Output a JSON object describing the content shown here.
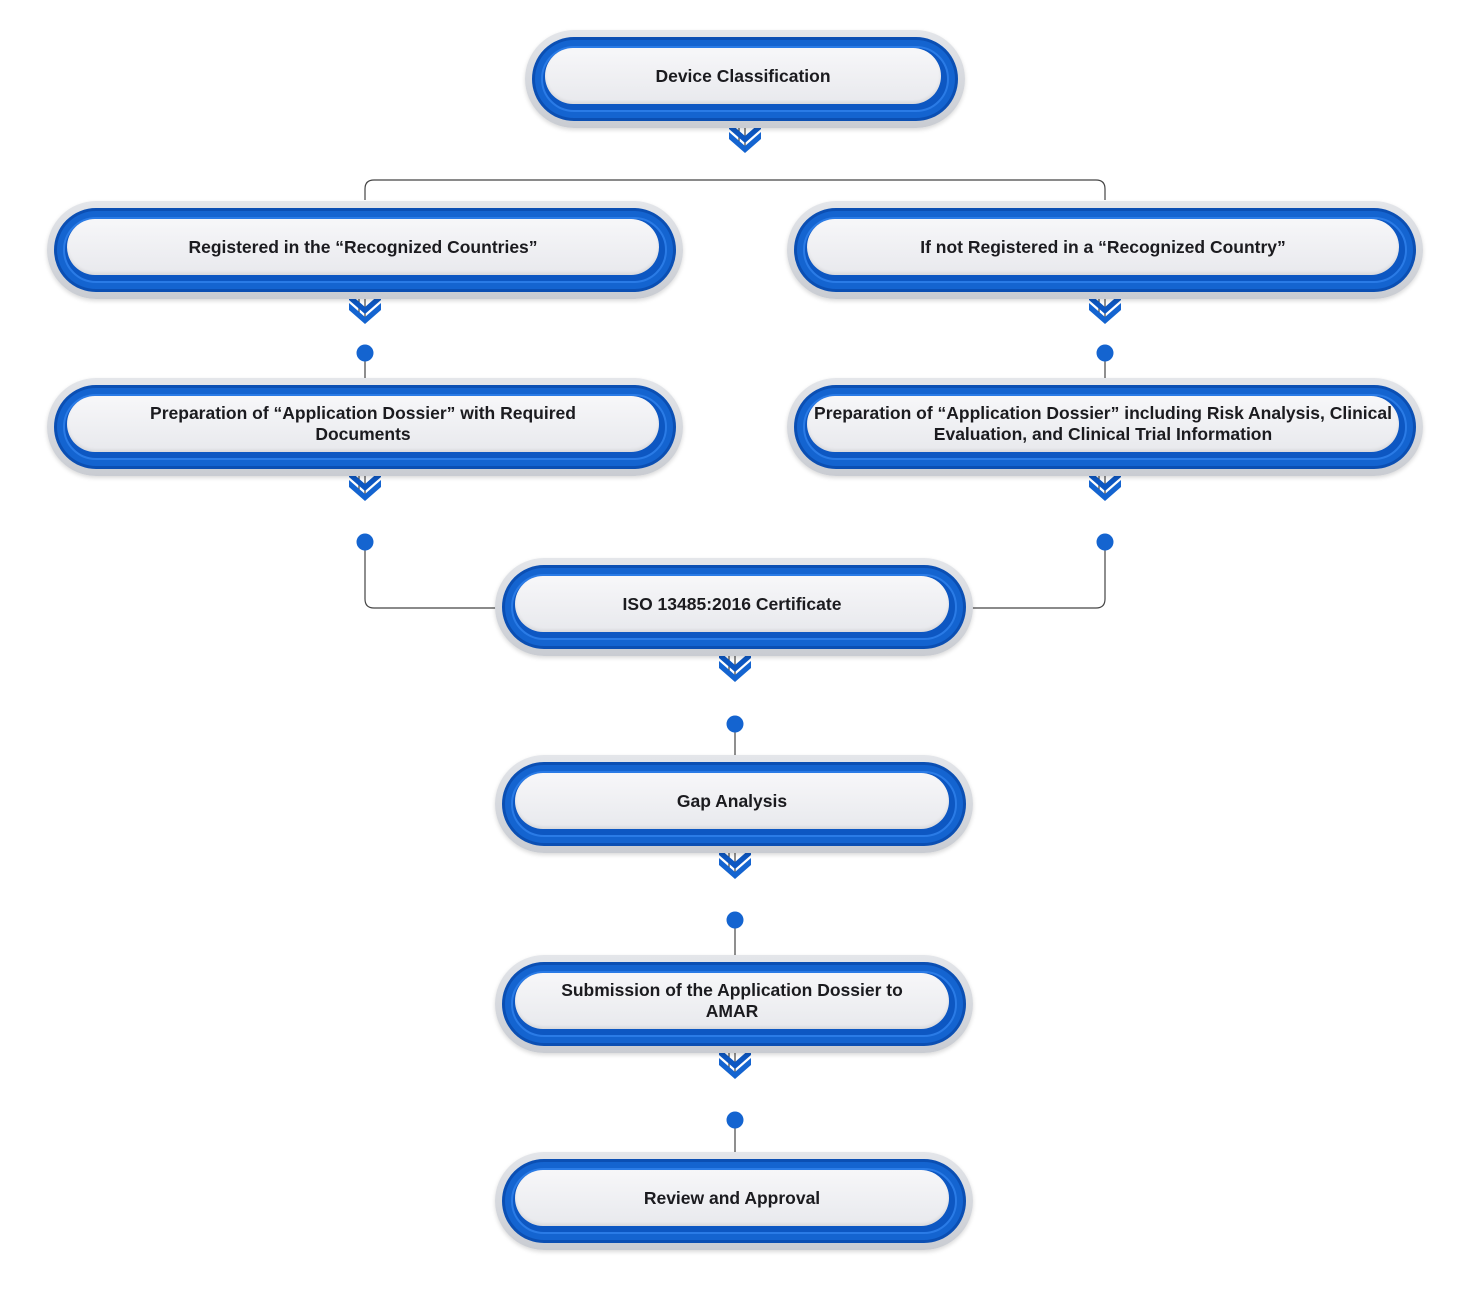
{
  "colors": {
    "accent_blue": "#1464d0",
    "pill_fill": "#eeeff2",
    "frame_gray": "#c9ccd2",
    "connector": "#444444",
    "text": "#1b1b1f"
  },
  "icons": {
    "flow_arrow": "double-chevron-down-icon",
    "junction": "dot-icon"
  },
  "steps": {
    "device_classification": "Device Classification",
    "registered_recognized": "Registered  in the “Recognized Countries”",
    "not_registered": "If not Registered in a “Recognized Country”",
    "dossier_required_docs": "Preparation of “Application Dossier” with Required Documents",
    "dossier_risk_clinical": "Preparation of “Application Dossier” including Risk Analysis, Clinical Evaluation, and Clinical Trial Information",
    "iso_certificate": "ISO 13485:2016 Certificate",
    "gap_analysis": "Gap Analysis",
    "submission": "Submission of the Application Dossier to AMAR",
    "review_approval": "Review and Approval"
  }
}
